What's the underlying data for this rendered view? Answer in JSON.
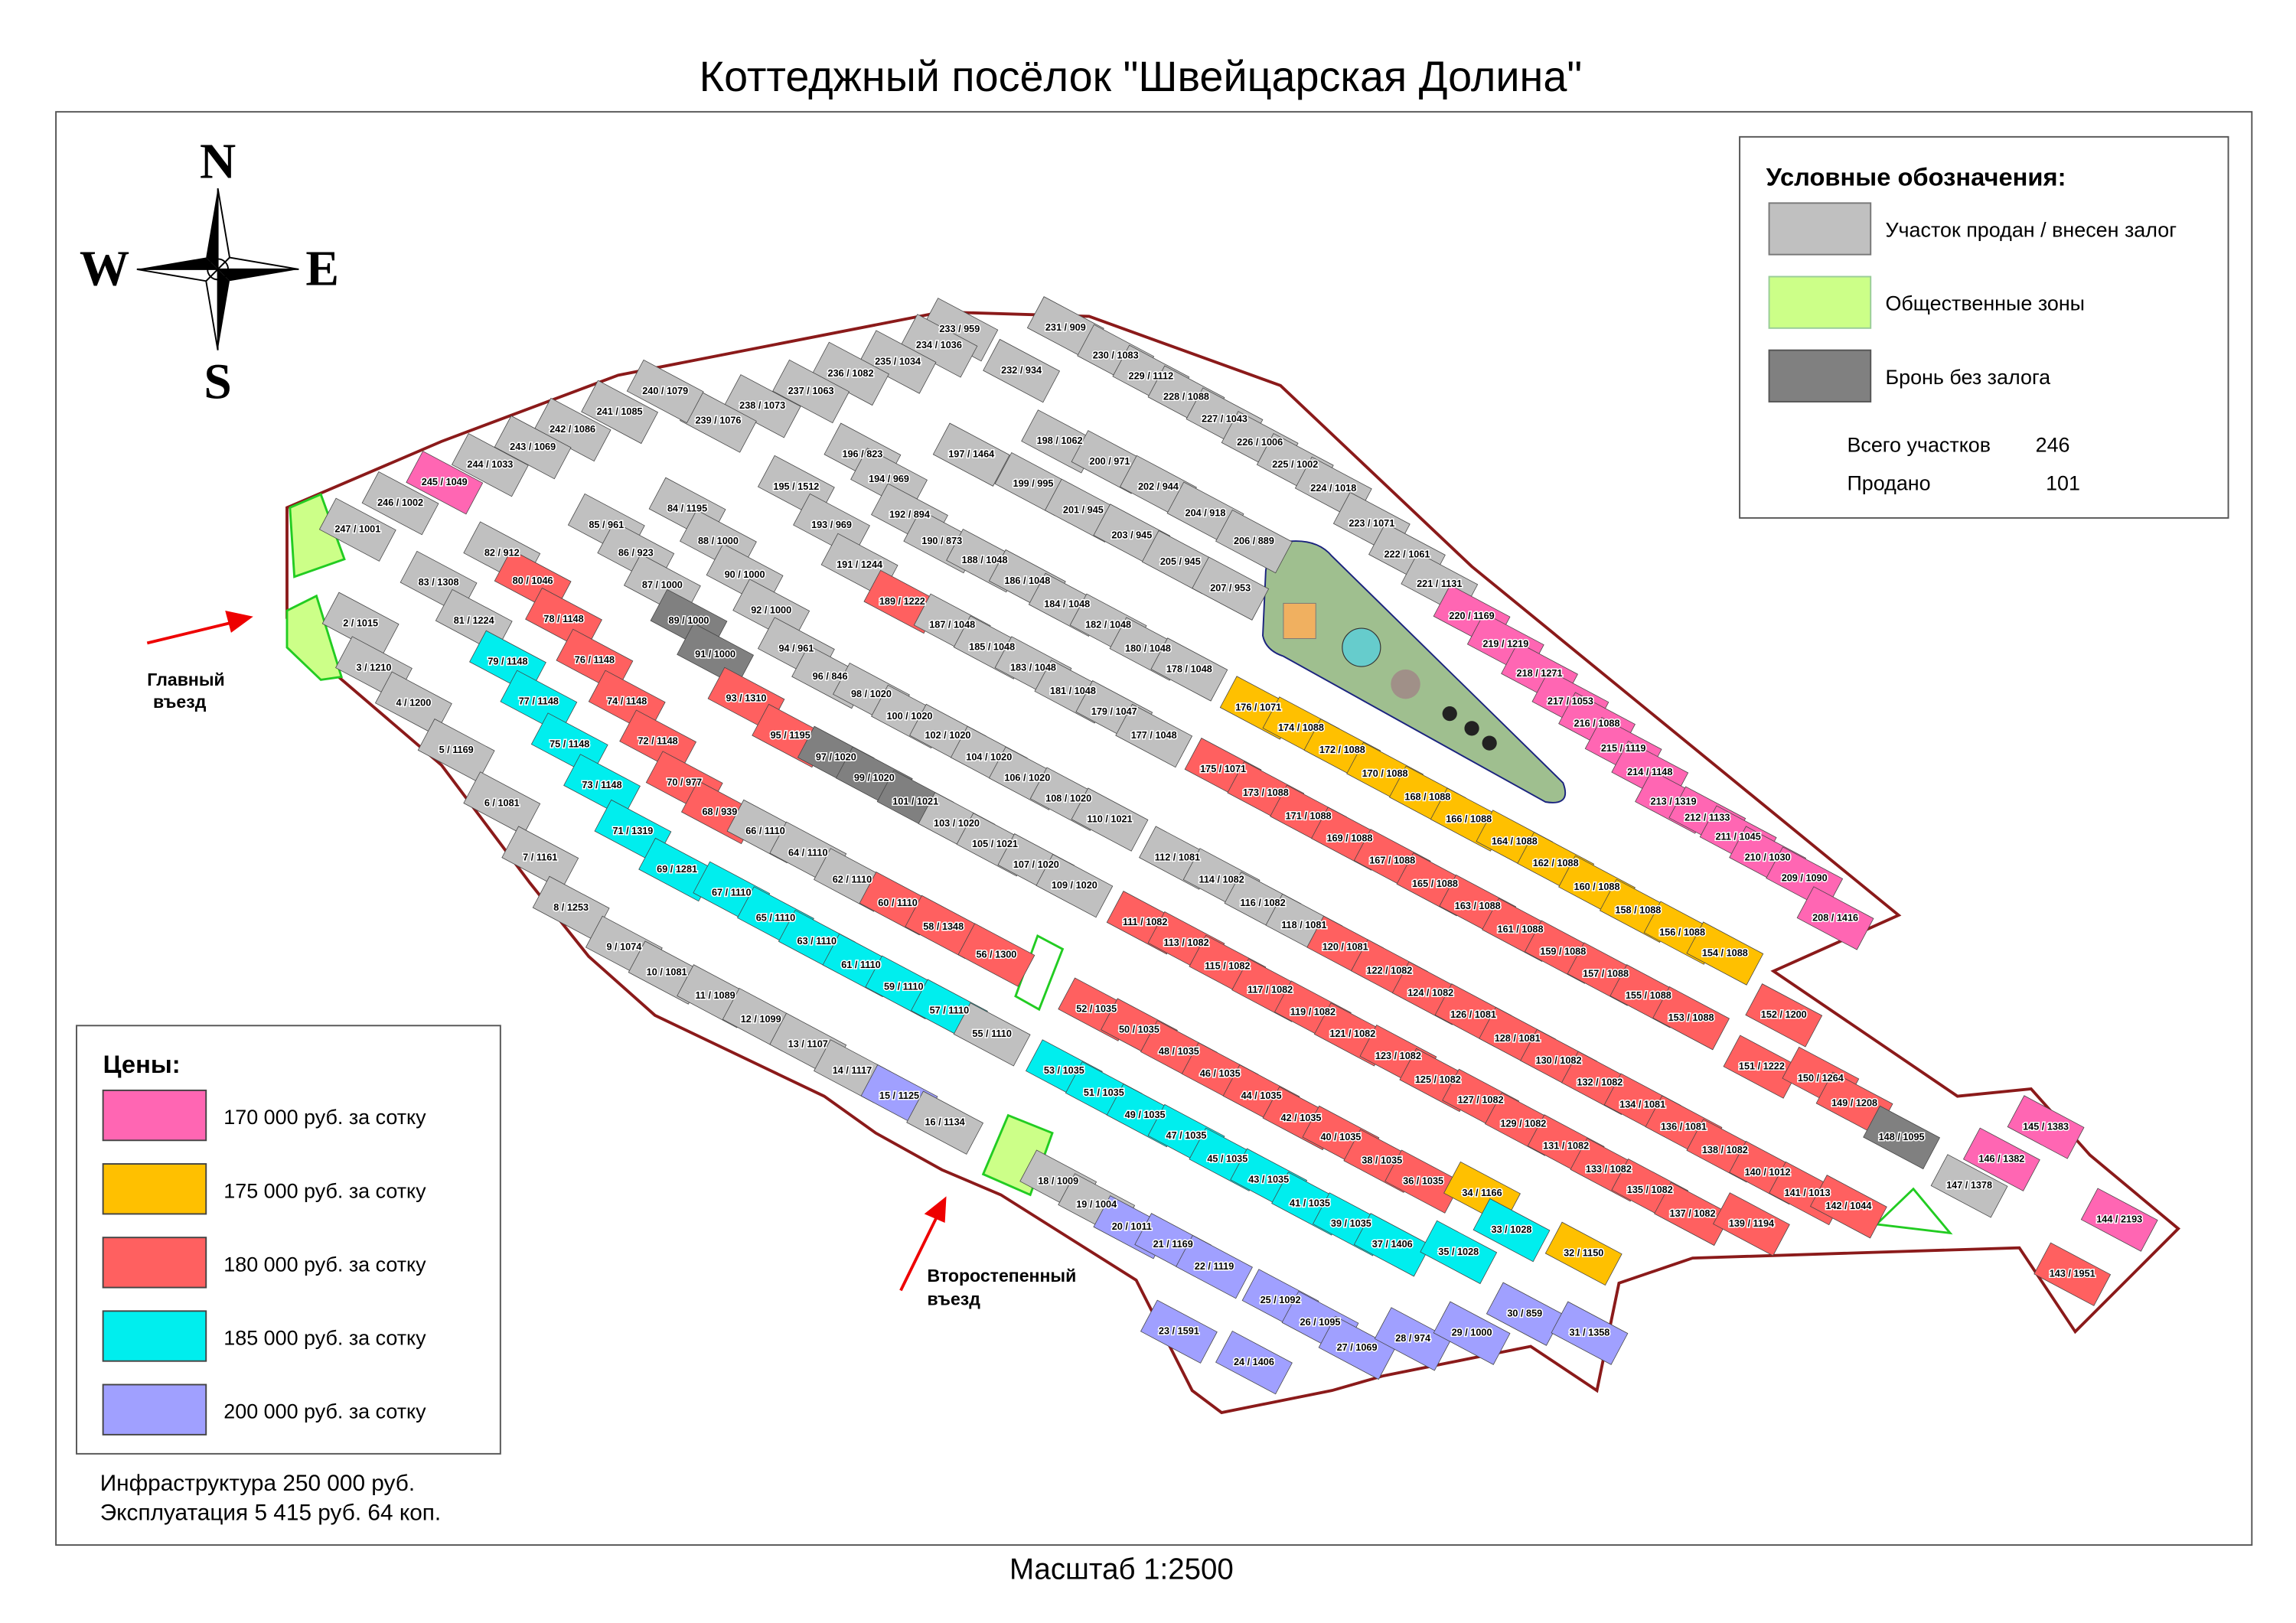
{
  "title": "Коттеджный посёлок \"Швейцарская Долина\"",
  "scale": "Масштаб 1:2500",
  "compass": {
    "n": "N",
    "s": "S",
    "w": "W",
    "e": "E"
  },
  "entrances": {
    "main": [
      "Главный",
      "въезд"
    ],
    "secondary": [
      "Второстепенный",
      "въезд"
    ]
  },
  "status_legend": {
    "title": "Условные обозначения:",
    "items": [
      {
        "key": "sold",
        "label": "Участок продан / внесен залог",
        "color": "#c0c0c0"
      },
      {
        "key": "public",
        "label": "Общественные зоны",
        "color": "#ccff88"
      },
      {
        "key": "reserved",
        "label": "Бронь без залога",
        "color": "#808080"
      }
    ],
    "total_label": "Всего участков",
    "total_value": "246",
    "sold_label": "Продано",
    "sold_value": "101"
  },
  "price_legend": {
    "title": "Цены:",
    "items": [
      {
        "key": "170",
        "label": "170 000 руб. за сотку",
        "color": "#ff66b3"
      },
      {
        "key": "175",
        "label": "175 000 руб. за сотку",
        "color": "#ffc000"
      },
      {
        "key": "180",
        "label": "180 000 руб. за сотку",
        "color": "#ff6060"
      },
      {
        "key": "185",
        "label": "185 000 руб. за сотку",
        "color": "#00eeee"
      },
      {
        "key": "200",
        "label": "200 000 руб. за сотку",
        "color": "#a0a0ff"
      }
    ]
  },
  "footnotes": [
    "Инфраструктура 250 000 руб.",
    "Эксплуатация 5 415 руб. 64 коп."
  ],
  "colors": {
    "sold": "#c0c0c0",
    "reserved": "#808080",
    "public": "#ccff88",
    "170": "#ff66b3",
    "175": "#ffc000",
    "180": "#ff6060",
    "185": "#00eeee",
    "200": "#a0a0ff",
    "park": "#9fbf8f",
    "fence": "#8b1a1a"
  },
  "plots": [
    [
      "233 / 959",
      "sold"
    ],
    [
      "234 / 1036",
      "sold"
    ],
    [
      "231 / 909",
      "sold"
    ],
    [
      "230 / 1083",
      "sold"
    ],
    [
      "229 / 1112",
      "sold"
    ],
    [
      "228 / 1088",
      "sold"
    ],
    [
      "227 / 1043",
      "sold"
    ],
    [
      "226 / 1006",
      "sold"
    ],
    [
      "225 / 1002",
      "sold"
    ],
    [
      "224 / 1018",
      "sold"
    ],
    [
      "223 / 1071",
      "sold"
    ],
    [
      "222 / 1061",
      "sold"
    ],
    [
      "221 / 1131",
      "sold"
    ],
    [
      "232 / 934",
      "sold"
    ],
    [
      "235 / 1034",
      "sold"
    ],
    [
      "236 / 1082",
      "sold"
    ],
    [
      "237 / 1063",
      "sold"
    ],
    [
      "238 / 1073",
      "sold"
    ],
    [
      "239 / 1076",
      "sold"
    ],
    [
      "240 / 1079",
      "sold"
    ],
    [
      "241 / 1085",
      "sold"
    ],
    [
      "242 / 1086",
      "sold"
    ],
    [
      "243 / 1069",
      "sold"
    ],
    [
      "244 / 1033",
      "sold"
    ],
    [
      "245 / 1049",
      "170"
    ],
    [
      "246 / 1002",
      "sold"
    ],
    [
      "247 / 1001",
      "sold"
    ],
    [
      "220 / 1169",
      "170"
    ],
    [
      "219 / 1219",
      "170"
    ],
    [
      "218 / 1271",
      "170"
    ],
    [
      "217 / 1053",
      "170"
    ],
    [
      "216 / 1088",
      "170"
    ],
    [
      "215 / 1119",
      "170"
    ],
    [
      "214 / 1148",
      "170"
    ],
    [
      "213 / 1319",
      "170"
    ],
    [
      "212 / 1133",
      "170"
    ],
    [
      "211 / 1045",
      "170"
    ],
    [
      "210 / 1030",
      "170"
    ],
    [
      "209 / 1090",
      "170"
    ],
    [
      "208 / 1416",
      "170"
    ],
    [
      "197 / 1464",
      "sold"
    ],
    [
      "198 / 1062",
      "sold"
    ],
    [
      "199 / 995",
      "sold"
    ],
    [
      "200 / 971",
      "sold"
    ],
    [
      "201 / 945",
      "sold"
    ],
    [
      "202 / 944",
      "sold"
    ],
    [
      "203 / 945",
      "sold"
    ],
    [
      "204 / 918",
      "sold"
    ],
    [
      "205 / 945",
      "sold"
    ],
    [
      "206 / 889",
      "sold"
    ],
    [
      "207 / 953",
      "sold"
    ],
    [
      "196 / 823",
      "sold"
    ],
    [
      "195 / 1512",
      "sold"
    ],
    [
      "194 / 969",
      "sold"
    ],
    [
      "193 / 969",
      "sold"
    ],
    [
      "192 / 894",
      "sold"
    ],
    [
      "191 / 1244",
      "sold"
    ],
    [
      "190 / 873",
      "sold"
    ],
    [
      "189 / 1222",
      "180"
    ],
    [
      "188 / 1048",
      "sold"
    ],
    [
      "187 / 1048",
      "sold"
    ],
    [
      "186 / 1048",
      "sold"
    ],
    [
      "185 / 1048",
      "sold"
    ],
    [
      "184 / 1048",
      "sold"
    ],
    [
      "183 / 1048",
      "sold"
    ],
    [
      "182 / 1048",
      "sold"
    ],
    [
      "181 / 1048",
      "sold"
    ],
    [
      "180 / 1048",
      "sold"
    ],
    [
      "179 / 1047",
      "sold"
    ],
    [
      "178 / 1048",
      "sold"
    ],
    [
      "177 / 1048",
      "sold"
    ],
    [
      "85 / 961",
      "sold"
    ],
    [
      "84 / 1195",
      "sold"
    ],
    [
      "86 / 923",
      "sold"
    ],
    [
      "88 / 1000",
      "sold"
    ],
    [
      "87 / 1000",
      "sold"
    ],
    [
      "90 / 1000",
      "sold"
    ],
    [
      "89 / 1000",
      "reserved"
    ],
    [
      "92 / 1000",
      "sold"
    ],
    [
      "91 / 1000",
      "reserved"
    ],
    [
      "94 / 961",
      "sold"
    ],
    [
      "93 / 1310",
      "180"
    ],
    [
      "96 / 846",
      "sold"
    ],
    [
      "98 / 1020",
      "sold"
    ],
    [
      "95 / 1195",
      "180"
    ],
    [
      "100 / 1020",
      "sold"
    ],
    [
      "97 / 1020",
      "reserved"
    ],
    [
      "102 / 1020",
      "sold"
    ],
    [
      "99 / 1020",
      "reserved"
    ],
    [
      "104 / 1020",
      "sold"
    ],
    [
      "101 / 1021",
      "reserved"
    ],
    [
      "106 / 1020",
      "sold"
    ],
    [
      "103 / 1020",
      "sold"
    ],
    [
      "108 / 1020",
      "sold"
    ],
    [
      "105 / 1021",
      "sold"
    ],
    [
      "110 / 1021",
      "sold"
    ],
    [
      "107 / 1020",
      "sold"
    ],
    [
      "109 / 1020",
      "sold"
    ],
    [
      "82 / 912",
      "sold"
    ],
    [
      "83 / 1308",
      "sold"
    ],
    [
      "80 / 1046",
      "180"
    ],
    [
      "81 / 1224",
      "sold"
    ],
    [
      "78 / 1148",
      "180"
    ],
    [
      "79 / 1148",
      "185"
    ],
    [
      "76 / 1148",
      "180"
    ],
    [
      "77 / 1148",
      "185"
    ],
    [
      "74 / 1148",
      "180"
    ],
    [
      "75 / 1148",
      "185"
    ],
    [
      "72 / 1148",
      "180"
    ],
    [
      "73 / 1148",
      "185"
    ],
    [
      "70 / 977",
      "180"
    ],
    [
      "71 / 1319",
      "185"
    ],
    [
      "2 / 1015",
      "sold"
    ],
    [
      "3 / 1210",
      "sold"
    ],
    [
      "4 / 1200",
      "sold"
    ],
    [
      "5 / 1169",
      "sold"
    ],
    [
      "6 / 1081",
      "sold"
    ],
    [
      "7 / 1161",
      "sold"
    ],
    [
      "8 / 1253",
      "sold"
    ],
    [
      "68 / 939",
      "180"
    ],
    [
      "66 / 1110",
      "sold"
    ],
    [
      "69 / 1281",
      "185"
    ],
    [
      "64 / 1110",
      "sold"
    ],
    [
      "67 / 1110",
      "185"
    ],
    [
      "62 / 1110",
      "sold"
    ],
    [
      "65 / 1110",
      "185"
    ],
    [
      "60 / 1110",
      "180"
    ],
    [
      "63 / 1110",
      "185"
    ],
    [
      "58 / 1348",
      "180"
    ],
    [
      "61 / 1110",
      "185"
    ],
    [
      "56 / 1300",
      "180"
    ],
    [
      "59 / 1110",
      "185"
    ],
    [
      "57 / 1110",
      "185"
    ],
    [
      "55 / 1110",
      "sold"
    ],
    [
      "9 / 1074",
      "sold"
    ],
    [
      "10 / 1081",
      "sold"
    ],
    [
      "11 / 1089",
      "sold"
    ],
    [
      "12 / 1099",
      "sold"
    ],
    [
      "13 / 1107",
      "sold"
    ],
    [
      "14 / 1117",
      "sold"
    ],
    [
      "15 / 1125",
      "200"
    ],
    [
      "16 / 1134",
      "sold"
    ],
    [
      "18 / 1009",
      "sold"
    ],
    [
      "19 / 1004",
      "sold"
    ],
    [
      "20 / 1011",
      "200"
    ],
    [
      "21 / 1169",
      "200"
    ],
    [
      "22 / 1119",
      "200"
    ],
    [
      "23 / 1591",
      "200"
    ],
    [
      "24 / 1406",
      "200"
    ],
    [
      "25 / 1092",
      "200"
    ],
    [
      "26 / 1095",
      "200"
    ],
    [
      "27 / 1069",
      "200"
    ],
    [
      "28 / 974",
      "200"
    ],
    [
      "29 / 1000",
      "200"
    ],
    [
      "30 / 859",
      "200"
    ],
    [
      "31 / 1358",
      "200"
    ],
    [
      "52 / 1035",
      "180"
    ],
    [
      "50 / 1035",
      "180"
    ],
    [
      "48 / 1035",
      "180"
    ],
    [
      "46 / 1035",
      "180"
    ],
    [
      "44 / 1035",
      "180"
    ],
    [
      "42 / 1035",
      "180"
    ],
    [
      "40 / 1035",
      "180"
    ],
    [
      "38 / 1035",
      "180"
    ],
    [
      "36 / 1035",
      "180"
    ],
    [
      "34 / 1166",
      "175"
    ],
    [
      "32 / 1150",
      "175"
    ],
    [
      "53 / 1035",
      "185"
    ],
    [
      "51 / 1035",
      "185"
    ],
    [
      "49 / 1035",
      "185"
    ],
    [
      "47 / 1035",
      "185"
    ],
    [
      "45 / 1035",
      "185"
    ],
    [
      "43 / 1035",
      "185"
    ],
    [
      "41 / 1035",
      "185"
    ],
    [
      "39 / 1035",
      "185"
    ],
    [
      "37 / 1406",
      "185"
    ],
    [
      "35 / 1028",
      "185"
    ],
    [
      "33 / 1028",
      "185"
    ],
    [
      "112 / 1081",
      "sold"
    ],
    [
      "114 / 1082",
      "sold"
    ],
    [
      "116 / 1082",
      "sold"
    ],
    [
      "118 / 1081",
      "sold"
    ],
    [
      "111 / 1082",
      "180"
    ],
    [
      "113 / 1082",
      "180"
    ],
    [
      "115 / 1082",
      "180"
    ],
    [
      "117 / 1082",
      "180"
    ],
    [
      "119 / 1082",
      "180"
    ],
    [
      "120 / 1081",
      "180"
    ],
    [
      "121 / 1082",
      "180"
    ],
    [
      "122 / 1082",
      "180"
    ],
    [
      "123 / 1082",
      "180"
    ],
    [
      "124 / 1082",
      "180"
    ],
    [
      "125 / 1082",
      "180"
    ],
    [
      "126 / 1081",
      "180"
    ],
    [
      "127 / 1082",
      "180"
    ],
    [
      "128 / 1081",
      "180"
    ],
    [
      "129 / 1082",
      "180"
    ],
    [
      "130 / 1082",
      "180"
    ],
    [
      "131 / 1082",
      "180"
    ],
    [
      "132 / 1082",
      "180"
    ],
    [
      "133 / 1082",
      "180"
    ],
    [
      "134 / 1081",
      "180"
    ],
    [
      "135 / 1082",
      "180"
    ],
    [
      "136 / 1081",
      "180"
    ],
    [
      "137 / 1082",
      "180"
    ],
    [
      "138 / 1082",
      "180"
    ],
    [
      "139 / 1194",
      "180"
    ],
    [
      "140 / 1012",
      "180"
    ],
    [
      "141 / 1013",
      "180"
    ],
    [
      "142 / 1044",
      "180"
    ],
    [
      "176 / 1071",
      "175"
    ],
    [
      "174 / 1088",
      "175"
    ],
    [
      "172 / 1088",
      "175"
    ],
    [
      "170 / 1088",
      "175"
    ],
    [
      "168 / 1088",
      "175"
    ],
    [
      "166 / 1088",
      "175"
    ],
    [
      "164 / 1088",
      "175"
    ],
    [
      "162 / 1088",
      "175"
    ],
    [
      "160 / 1088",
      "175"
    ],
    [
      "158 / 1088",
      "175"
    ],
    [
      "156 / 1088",
      "175"
    ],
    [
      "154 / 1088",
      "175"
    ],
    [
      "175 / 1071",
      "180"
    ],
    [
      "173 / 1088",
      "180"
    ],
    [
      "171 / 1088",
      "180"
    ],
    [
      "169 / 1088",
      "180"
    ],
    [
      "167 / 1088",
      "180"
    ],
    [
      "165 / 1088",
      "180"
    ],
    [
      "163 / 1088",
      "180"
    ],
    [
      "161 / 1088",
      "180"
    ],
    [
      "159 / 1088",
      "180"
    ],
    [
      "157 / 1088",
      "180"
    ],
    [
      "155 / 1088",
      "180"
    ],
    [
      "153 / 1088",
      "180"
    ],
    [
      "152 / 1200",
      "180"
    ],
    [
      "151 / 1222",
      "180"
    ],
    [
      "150 / 1264",
      "180"
    ],
    [
      "149 / 1208",
      "180"
    ],
    [
      "148 / 1095",
      "reserved"
    ],
    [
      "147 / 1378",
      "sold"
    ],
    [
      "146 / 1382",
      "170"
    ],
    [
      "145 / 1383",
      "170"
    ],
    [
      "144 / 2193",
      "170"
    ],
    [
      "143 / 1951",
      "180"
    ]
  ]
}
